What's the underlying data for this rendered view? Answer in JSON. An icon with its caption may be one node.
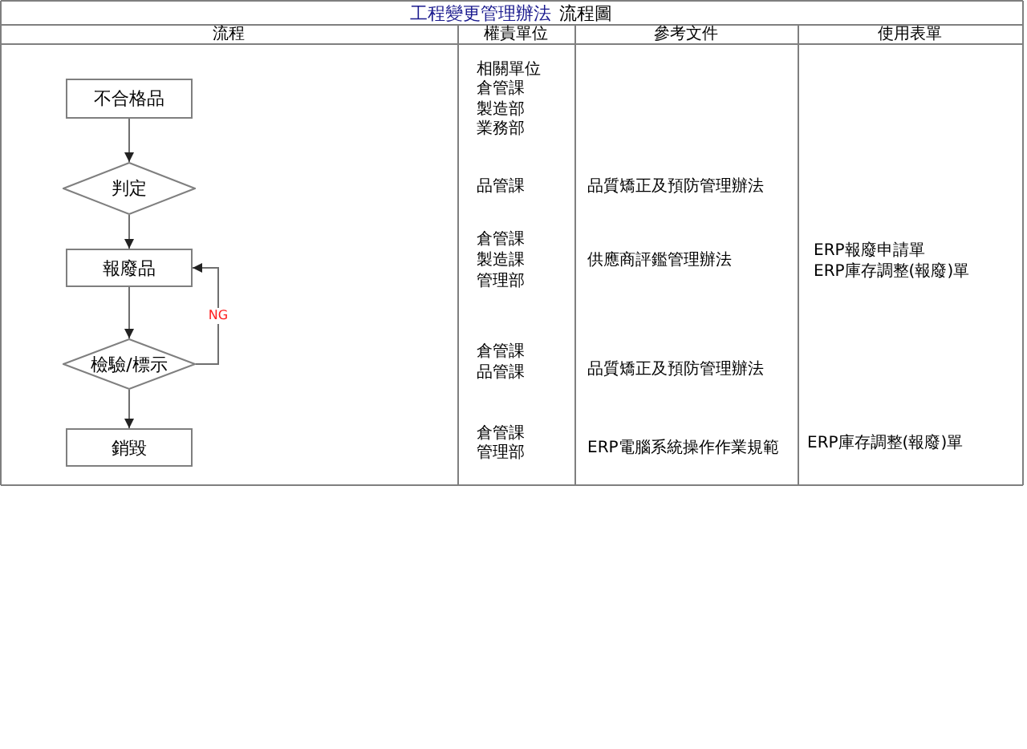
{
  "diagram": {
    "title": "工程變更管理辦法",
    "nodes": [
      {
        "text": [
          "不合格品"
        ]
      },
      {
        "text": [
          "判定"
        ]
      },
      {
        "text": [
          "報廢品"
        ]
      },
      {
        "text": [
          "檢驗/標示"
        ]
      },
      {
        "text": [
          "銷毀"
        ]
      }
    ],
    "edges": [
      {
        "from": 0,
        "to": 1,
        "arrow": "to"
      },
      {
        "from": 1,
        "to": 2,
        "arrow": "to"
      },
      {
        "from": 2,
        "to": 3,
        "arrow": "to"
      },
      {
        "from": 3,
        "to": 4,
        "arrow": "to"
      },
      {
        "from": 3,
        "to": 2,
        "arrow": "to",
        "label": "NG"
      }
    ],
    "labels": [
      "流程圖",
      "流程",
      "權責單位",
      "參考文件",
      "使用表單",
      "相關單位",
      "倉管課",
      "製造部",
      "業務部",
      "品管課",
      "品質矯正及預防管理辦法",
      "倉管課",
      "製造課",
      "管理部",
      "供應商評鑑管理辦法",
      "ERP報廢申請單",
      "ERP庫存調整(報廢)單",
      "倉管課",
      "品管課",
      "品質矯正及預防管理辦法",
      "倉管課",
      "管理部",
      "ERP電腦系統操作作業規範",
      "ERP庫存調整(報廢)單"
    ]
  }
}
